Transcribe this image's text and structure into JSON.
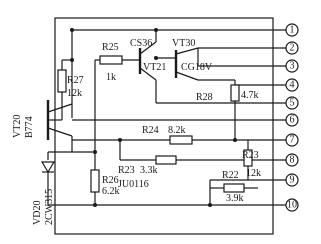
{
  "components": {
    "r25": {
      "ref": "R25",
      "value": "1k"
    },
    "r27": {
      "ref": "R27",
      "value": "12k"
    },
    "r24": {
      "ref": "R24",
      "value": "8.2k"
    },
    "r23a": {
      "ref": "R23",
      "value": "3.3k"
    },
    "r26": {
      "ref": "R26",
      "value": "6.2k"
    },
    "r28": {
      "ref": "R28",
      "value": "4.7k"
    },
    "r23b": {
      "ref": "R23",
      "value": "12k"
    },
    "r22": {
      "ref": "R22",
      "value": "3.9k"
    },
    "vt21": {
      "ref": "VT21",
      "part": "CS36"
    },
    "vt30": {
      "ref": "VT30",
      "part": "CG18V"
    },
    "vt20": {
      "ref": "VT20",
      "part": "B774"
    },
    "vd20": {
      "ref": "VD20",
      "part": "2CW315"
    },
    "ic_label": "JU0116"
  },
  "pins": [
    "1",
    "2",
    "3",
    "4",
    "5",
    "6",
    "7",
    "8",
    "9",
    "10"
  ]
}
